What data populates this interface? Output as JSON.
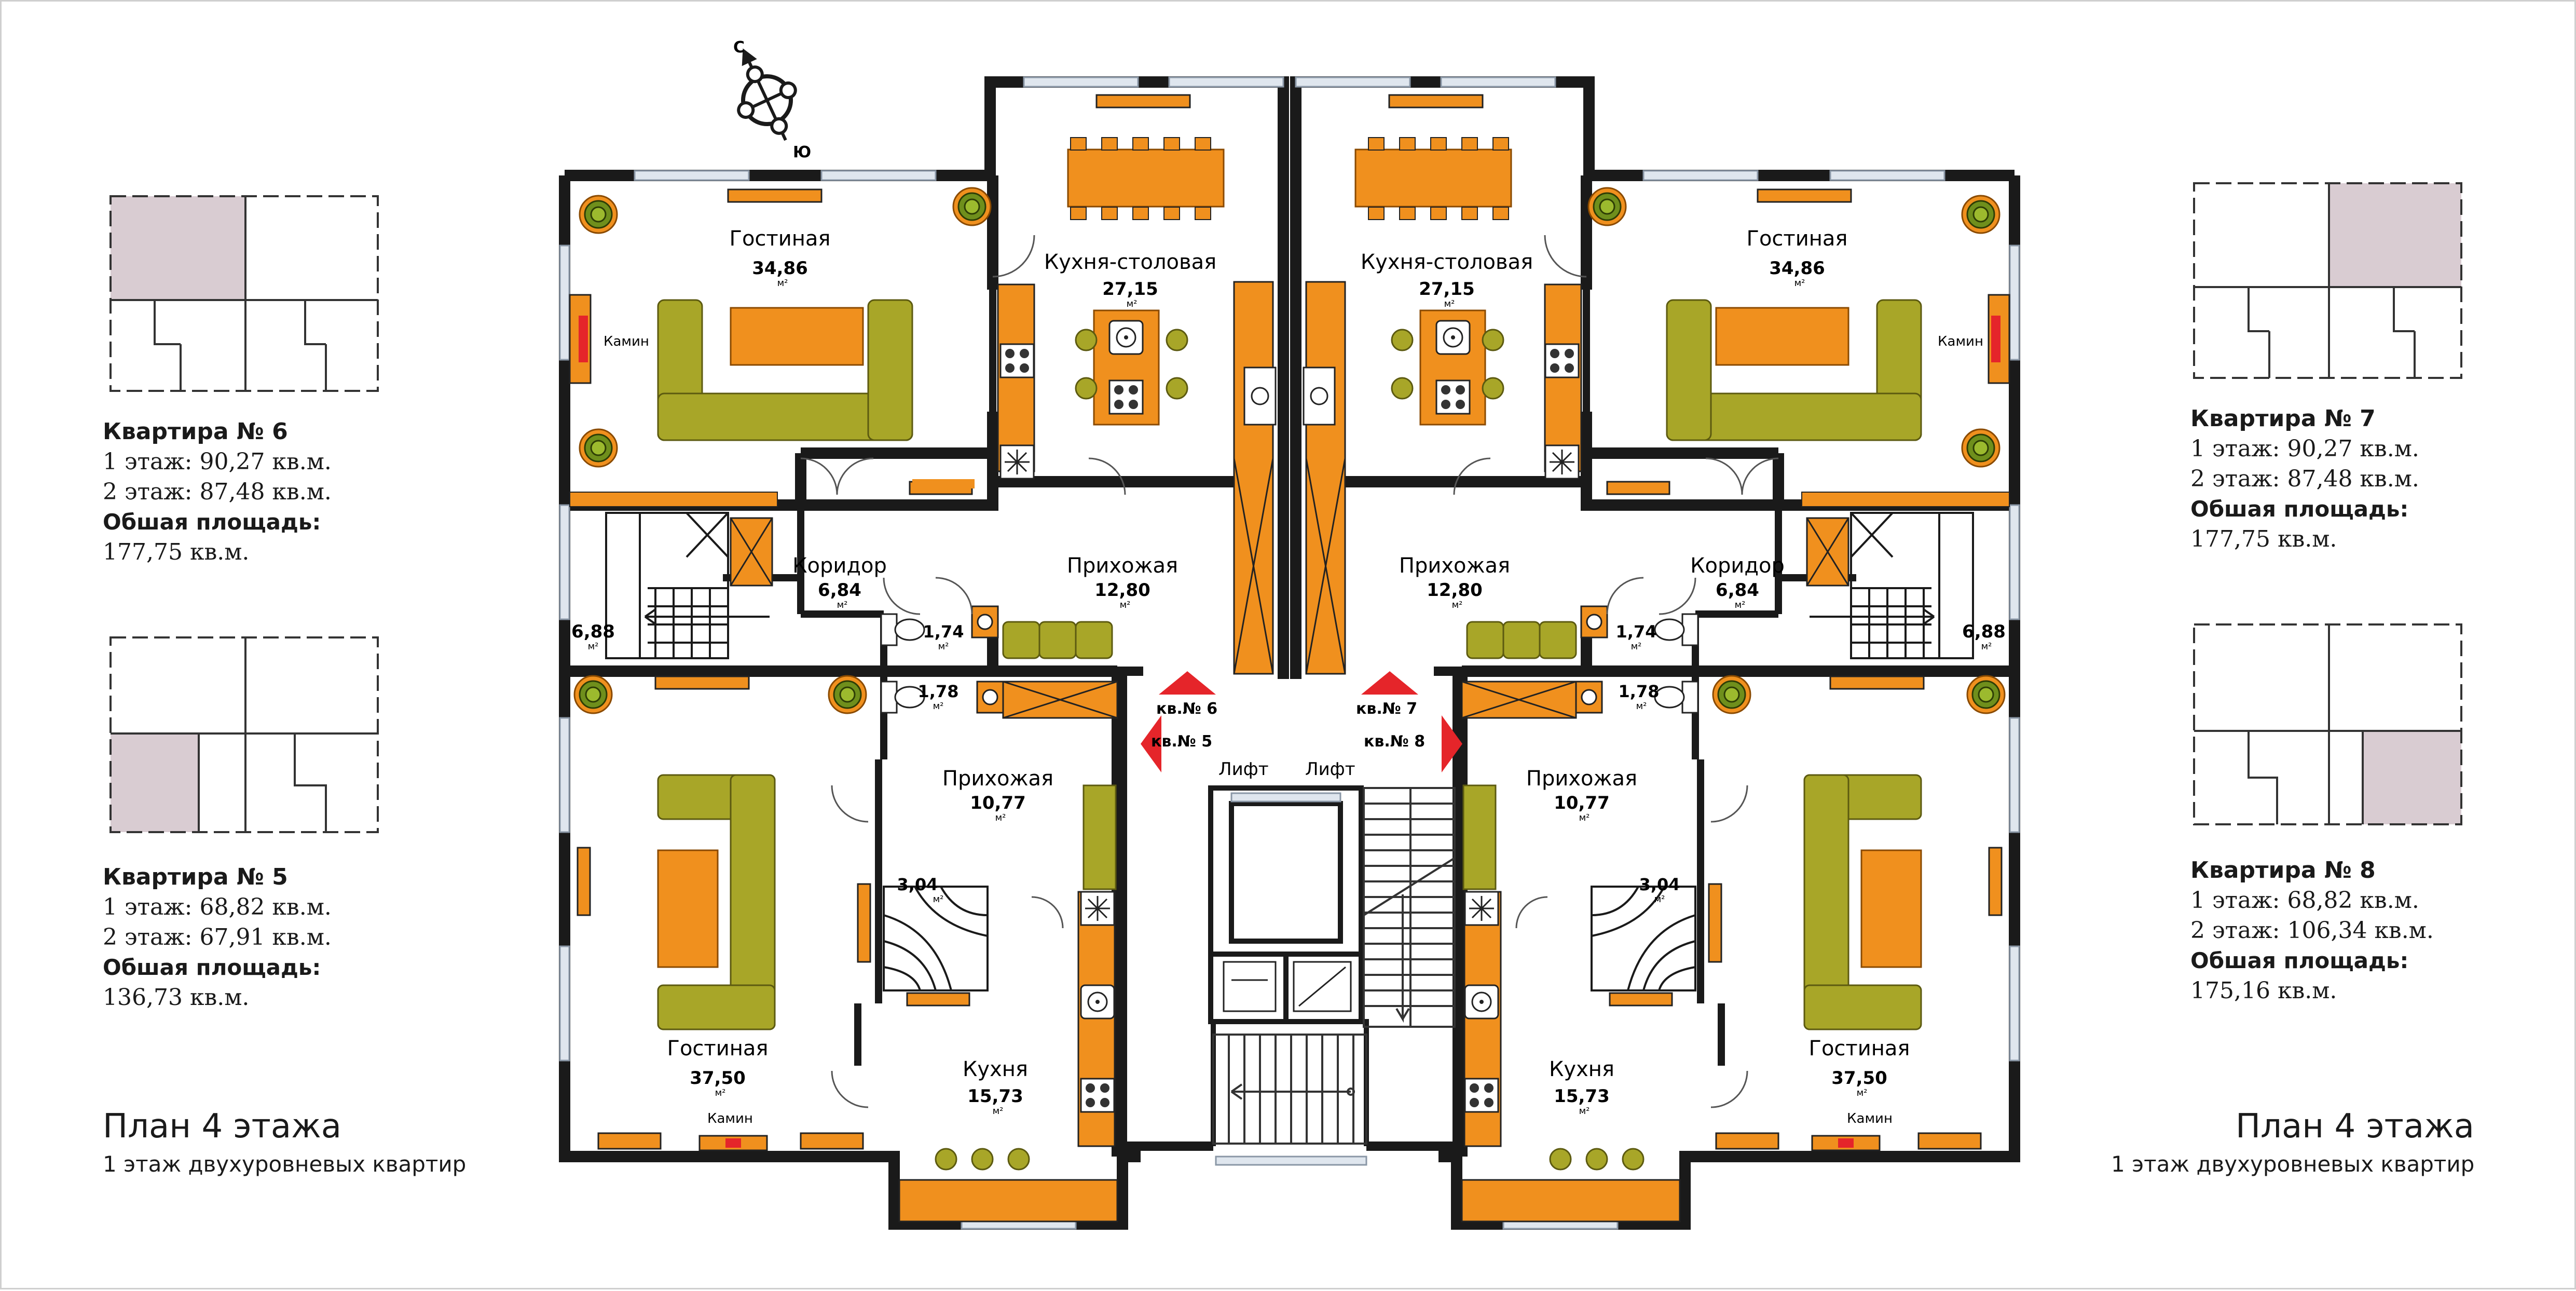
{
  "compass": {
    "north": "С",
    "south": "Ю"
  },
  "apartments": {
    "a6": {
      "title": "Квартира № 6",
      "floor1": "1 этаж: 90,27 кв.м.",
      "floor2": "2 этаж: 87,48 кв.м.",
      "total_label": "Обшая площадь:",
      "total": "177,75 кв.м."
    },
    "a5": {
      "title": "Квартира № 5",
      "floor1": "1 этаж: 68,82 кв.м.",
      "floor2": "2 этаж: 67,91 кв.м.",
      "total_label": "Обшая площадь:",
      "total": "136,73 кв.м."
    },
    "a7": {
      "title": "Квартира № 7",
      "floor1": "1 этаж: 90,27 кв.м.",
      "floor2": "2 этаж: 87,48 кв.м.",
      "total_label": "Обшая площадь:",
      "total": "177,75 кв.м."
    },
    "a8": {
      "title": "Квартира № 8",
      "floor1": "1 этаж: 68,82 кв.м.",
      "floor2": "2 этаж: 106,34 кв.м.",
      "total_label": "Обшая площадь:",
      "total": "175,16 кв.м."
    }
  },
  "plan": {
    "title": "План 4 этажа",
    "subtitle": "1 этаж двухуровневых квартир"
  },
  "units": {
    "sqm": "м²"
  },
  "rooms": {
    "living": "Гостиная",
    "kitchen_dining": "Кухня-столовая",
    "corridor": "Коридор",
    "hall": "Прихожая",
    "kitchen": "Кухня",
    "fireplace": "Камин",
    "lift": "Лифт"
  },
  "areas": {
    "living_top": "34,86",
    "kitchen_dining": "27,15",
    "corridor": "6,84",
    "stair_top": "6,88",
    "hall_top": "12,80",
    "wc_a": "1,74",
    "wc_b": "1,78",
    "hall_bottom": "10,77",
    "stair_bottom": "3,04",
    "living_bottom": "37,50",
    "kitchen": "15,73"
  },
  "entrances": {
    "k6": "кв.№ 6",
    "k5": "кв.№ 5",
    "k7": "кв.№ 7",
    "k8": "кв.№ 8"
  },
  "colors": {
    "wall": "#1a1a1a",
    "orange": "#f0901e",
    "olive": "#a8a628",
    "highlight": "#d9ccd2",
    "door_red": "#e5252a",
    "window": "#dfe6ee"
  }
}
